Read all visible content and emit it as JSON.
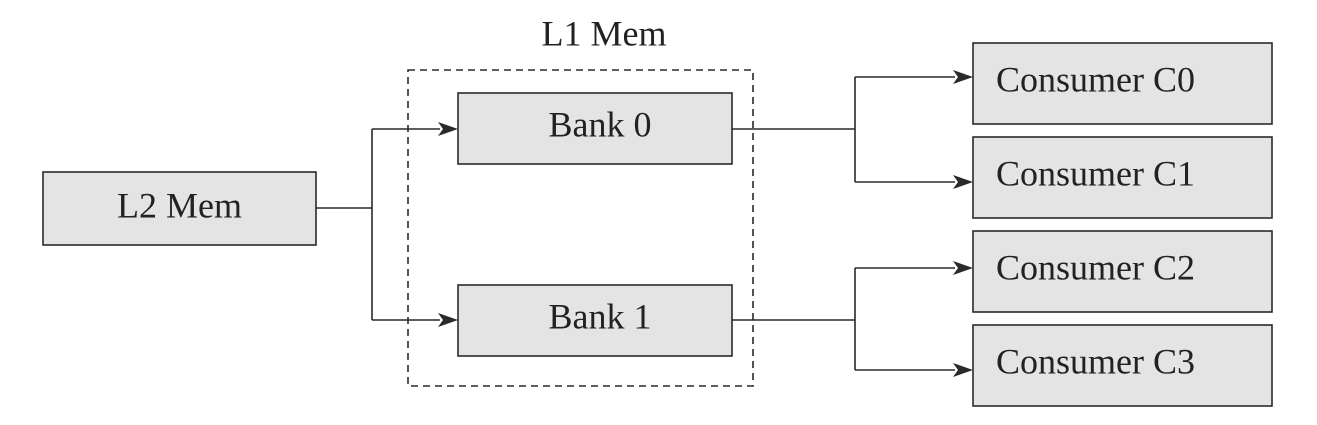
{
  "diagram": {
    "group": {
      "title": "L1 Mem"
    },
    "nodes": {
      "l2": "L2 Mem",
      "bank0": "Bank 0",
      "bank1": "Bank 1",
      "consumers": [
        "Consumer C0",
        "Consumer C1",
        "Consumer C2",
        "Consumer C3"
      ]
    },
    "edges": [
      {
        "from": "L2 Mem",
        "to": "Bank 0"
      },
      {
        "from": "L2 Mem",
        "to": "Bank 1"
      },
      {
        "from": "Bank 0",
        "to": "Consumer C0"
      },
      {
        "from": "Bank 0",
        "to": "Consumer C1"
      },
      {
        "from": "Bank 1",
        "to": "Consumer C2"
      },
      {
        "from": "Bank 1",
        "to": "Consumer C3"
      }
    ]
  }
}
